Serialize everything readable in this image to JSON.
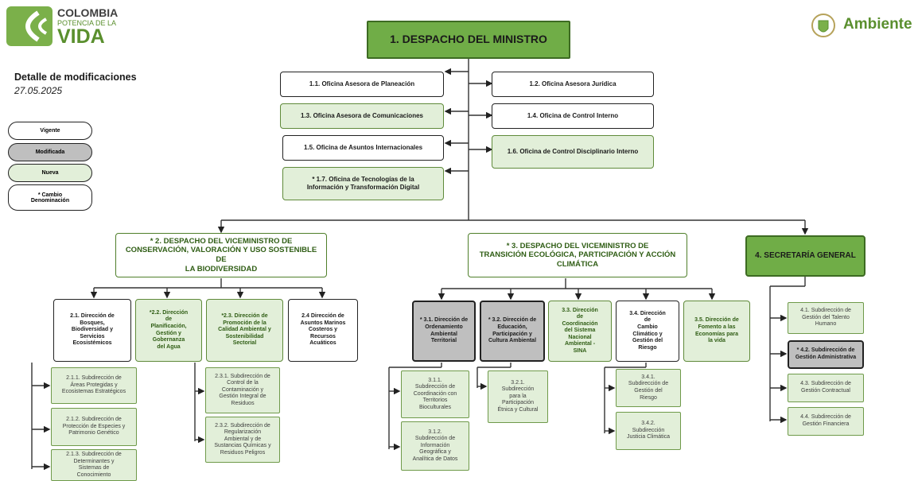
{
  "header": {
    "logo_line1": "COLOMBIA",
    "logo_line2": "POTENCIA DE LA",
    "logo_line3": "VIDA",
    "ministry": "Ambiente",
    "title": "Detalle de modificaciones",
    "date": "27.05.2025"
  },
  "legend": {
    "vigente": "Vigente",
    "modificada": "Modificada",
    "nueva": "Nueva",
    "cambio": "* Cambio\nDenominación"
  },
  "colors": {
    "green_dark": "#70ad47",
    "green_light": "#e2efd9",
    "grey": "#bfbfbf",
    "brand": "#5a8f2e"
  },
  "root": "1. DESPACHO DEL MINISTRO",
  "oficinas": {
    "o11": "1.1. Oficina Asesora de Planeación",
    "o12": "1.2. Oficina Asesora Jurídica",
    "o13": "1.3. Oficina Asesora de Comunicaciones",
    "o14": "1.4. Oficina de Control Interno",
    "o15": "1.5. Oficina de Asuntos Internacionales",
    "o16": "1.6. Oficina de Control Disciplinario Interno",
    "o17": "* 1.7. Oficina de Tecnologías de la\nInformación y Transformación Digital"
  },
  "vm2": {
    "title": "* 2. DESPACHO DEL VICEMINISTRO DE\nCONSERVACIÓN, VALORACIÓN Y USO SOSTENIBLE DE\nLA BIODIVERSIDAD",
    "d21": "2.1. Dirección de\nBosques,\nBiodiversidad y\nServicios\nEcosistémicos",
    "d22": "*2.2. Dirección\nde\nPlanificación,\nGestión y\nGobernanza\ndel Agua",
    "d23": "*2.3. Dirección de\nPromoción de la\nCalidad Ambiental y\nSostenibilidad\nSectorial",
    "d24": "2.4 Dirección de\nAsuntos Marinos\nCosteros y\nRecursos\nAcuáticos",
    "s211": "2.1.1. Subdirección de\nÁreas Protegidas y\nEcosistemas Estratégicos",
    "s212": "2.1.2. Subdirección de\nProtección de Especies y\nPatrimonio Genético",
    "s213": "2.1.3. Subdirección de\nDeterminantes y\nSistemas de\nConocimiento",
    "s231": "2.3.1. Subdirección de\nControl de la\nContaminación y\nGestión Integral de\nResiduos",
    "s232": "2.3.2. Subdirección de\nRegularización\nAmbiental y de\nSustancias Químicas y\nResiduos Peligros"
  },
  "vm3": {
    "title": "* 3. DESPACHO DEL VICEMINISTRO DE\nTRANSICIÓN ECOLÓGICA, PARTICIPACIÓN  Y ACCIÓN\nCLIMÁTICA",
    "d31": "* 3.1. Dirección de\nOrdenamiento\nAmbiental\nTerritorial",
    "d32": "* 3.2. Dirección de\nEducación,\nParticipación y\nCultura Ambiental",
    "d33": "3.3. Dirección\nde\nCoordinación\ndel Sistema\nNacional\nAmbiental -\nSINA",
    "d34": "3.4. Dirección\nde\nCambio\nClimático y\nGestión del\nRiesgo",
    "d35": "3.5. Dirección de\nFomento a las\nEconomías para\nla vida",
    "s311": "3.1.1.\nSubdirección de\nCoordinación con\nTerritorios\nBioculturales",
    "s312": "3.1.2.\nSubdirección de\nInformación\nGeográfica y\nAnalítica de Datos",
    "s321": "3.2.1.\nSubdirección\npara la\nParticipación\nÉtnica y Cultural",
    "s341": "3.4.1.\nSubdirección de\nGestión del\nRiesgo",
    "s342": "3.4.2.\nSubdirección\nJusticia Climática"
  },
  "sg": {
    "title": "4. SECRETARÍA GENERAL",
    "s41": "4.1. Subdirección de\nGestión del Talento\nHumano",
    "s42": "* 4.2. Subdirección de\nGestión Administrativa",
    "s43": "4.3. Subdirección de\nGestión Contractual",
    "s44": "4.4. Subdirección de\nGestión Financiera"
  }
}
